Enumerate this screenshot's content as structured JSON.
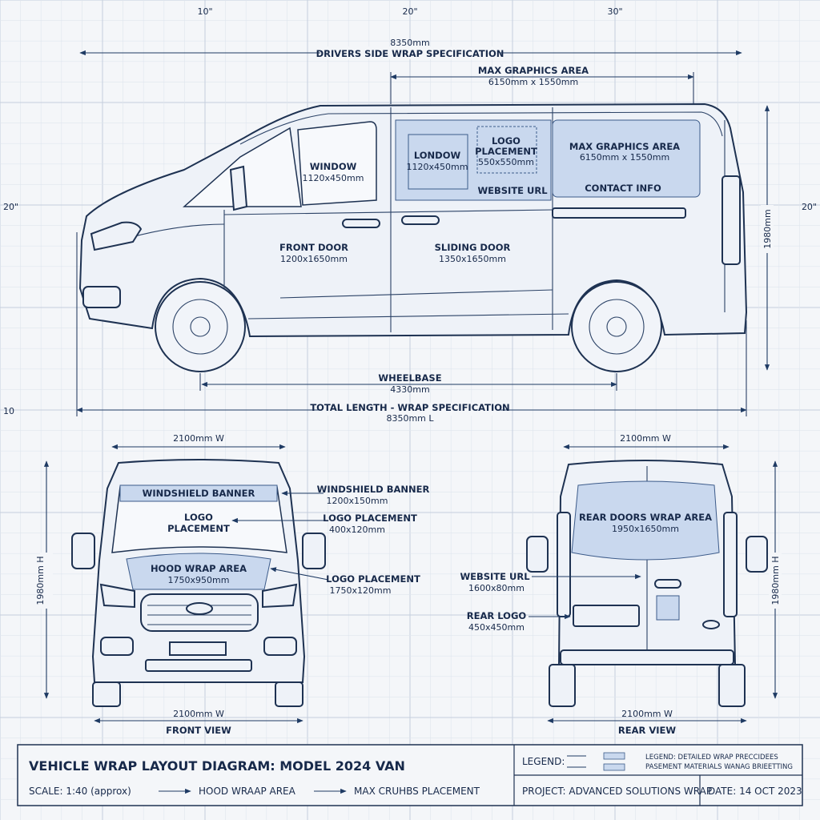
{
  "rulers": {
    "top": [
      "10\"",
      "20\"",
      "30\""
    ],
    "left_side": [
      "20\"",
      "10"
    ],
    "right_side": [
      "20\""
    ]
  },
  "side_view": {
    "total_top": "8350mm",
    "title": "DRIVERS SIDE WRAP SPECIFICATION",
    "max_area_label": "MAX GRAPHICS AREA",
    "max_area_dim": "6150mm x 1550mm",
    "window_label": "WINDOW",
    "window_dim": "1120x450mm",
    "london_label": "LONDOW",
    "london_dim": "1120x450mm",
    "logo_label_1": "LOGO",
    "logo_label_2": "PLACEMENT",
    "logo_dim": "550x550mm",
    "panel_label": "MAX GRAPHICS AREA",
    "panel_dim": "6150mm x 1550mm",
    "website": "WEBSITE URL",
    "contact": "CONTACT INFO",
    "front_door_label": "FRONT DOOR",
    "front_door_dim": "1200x1650mm",
    "sliding_door_label": "SLIDING DOOR",
    "sliding_door_dim": "1350x1650mm",
    "height": "1980mm",
    "wheelbase_label": "WHEELBASE",
    "wheelbase_dim": "4330mm",
    "total_label": "TOTAL LENGTH - WRAP SPECIFICATION",
    "total_dim": "8350mm L"
  },
  "front_view": {
    "width_top": "2100mm W",
    "width_bottom": "2100mm W",
    "height": "1980mm H",
    "banner_in": "WINDSHIELD BANNER",
    "logo_in_1": "LOGO",
    "logo_in_2": "PLACEMENT",
    "hood_label": "HOOD WRAP AREA",
    "hood_dim": "1750x950mm",
    "callout_banner_label": "WINDSHIELD BANNER",
    "callout_banner_dim": "1200x150mm",
    "callout_logo_label": "LOGO PLACEMENT",
    "callout_logo_dim": "400x120mm",
    "callout_logo2_label": "LOGO PLACEMENT",
    "callout_logo2_dim": "1750x120mm",
    "view_label": "FRONT VIEW"
  },
  "rear_view": {
    "width_top": "2100mm W",
    "width_bottom": "2100mm W",
    "height": "1980mm H",
    "area_label": "REAR DOORS WRAP AREA",
    "area_dim": "1950x1650mm",
    "website_label": "WEBSITE URL",
    "website_dim": "1600x80mm",
    "logo_label": "REAR LOGO",
    "logo_dim": "450x450mm",
    "view_label": "REAR VIEW"
  },
  "footer": {
    "title": "VEHICLE WRAP LAYOUT DIAGRAM: MODEL 2024 VAN",
    "scale": "SCALE: 1:40 (approx)",
    "arrow1_label": "HOOD WRAAP AREA",
    "arrow2_label": "MAX CRUHBS PLACEMENT",
    "legend_label": "LEGEND:",
    "legend_line1": "LEGEND: DETAILED WRAP PRECCIDEES",
    "legend_line2": "PASEMENT MATERIALS WANAG BRIEETTING",
    "project": "PROJECT: ADVANCED SOLUTIONS WRAP",
    "date": "DATE: 14 OCT 2023"
  },
  "colors": {
    "paper": "#f4f6f9",
    "grid": "#d4dbe6",
    "ink": "#1b2c4a",
    "fill": "#c9d8ee"
  }
}
